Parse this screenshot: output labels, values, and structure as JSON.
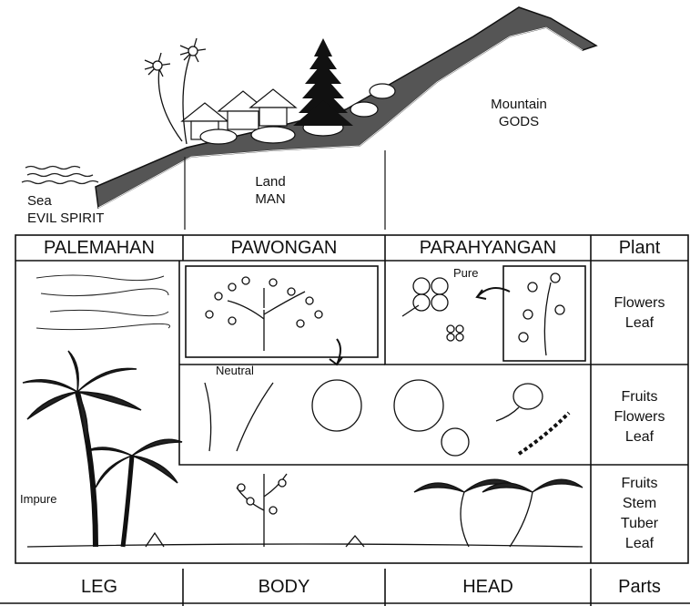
{
  "zones": {
    "sea": {
      "line1": "Sea",
      "line2": "EVIL SPIRIT"
    },
    "land": {
      "line1": "Land",
      "line2": "MAN"
    },
    "mountain": {
      "line1": "Mountain",
      "line2": "GODS"
    }
  },
  "headers": [
    "PALEMAHAN",
    "PAWONGAN",
    "PARAHYANGAN",
    "Plant"
  ],
  "annotations": {
    "pure": "Pure",
    "neutral": "Neutral",
    "impure": "Impure"
  },
  "plant_rows": [
    [
      "Flowers",
      "Leaf"
    ],
    [
      "Fruits",
      "Flowers",
      "Leaf"
    ],
    [
      "Fruits",
      "Stem",
      "Tuber",
      "Leaf"
    ]
  ],
  "parts": [
    "LEG",
    "BODY",
    "HEAD",
    "Parts"
  ]
}
